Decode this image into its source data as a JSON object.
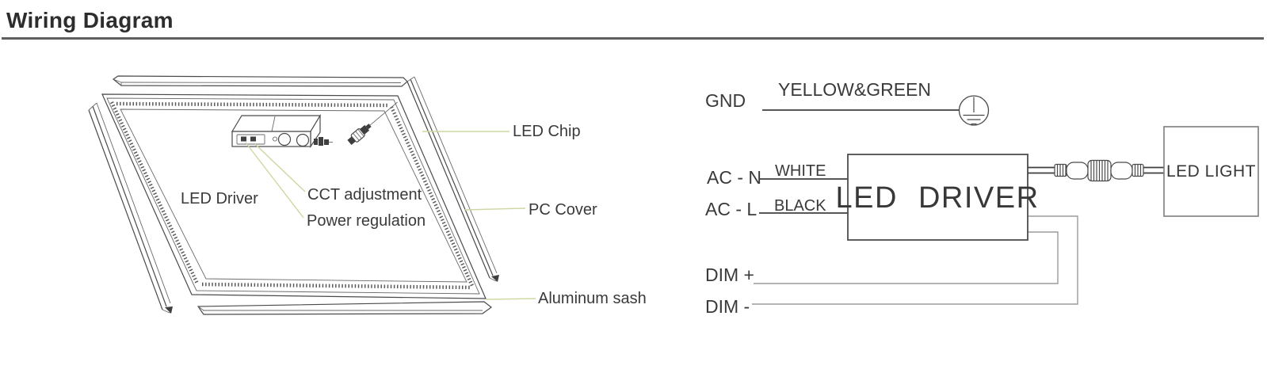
{
  "title": "Wiring Diagram",
  "panel": {
    "labels": {
      "led_driver": "LED Driver",
      "cct_adjustment": "CCT adjustment",
      "power_regulation": "Power regulation",
      "led_chip": "LED Chip",
      "pc_cover": "PC Cover",
      "aluminum_sash": "Aluminum sash"
    }
  },
  "schematic": {
    "gnd_label": "GND",
    "gnd_wire_label": "YELLOW&GREEN",
    "ac_n_label": "AC - N",
    "ac_n_wire_label": "WHITE",
    "ac_l_label": "AC - L",
    "ac_l_wire_label": "BLACK",
    "dim_plus_label": "DIM +",
    "dim_minus_label": "DIM -",
    "driver_box_label": "LED DRIVER",
    "light_box_label": "LED LIGHT"
  },
  "icons": {
    "earth_ground": "earth-ground-symbol",
    "inline_connector": "barrel-cable-connector",
    "panel_connector": "barrel-cable-connector",
    "driver_output_plug": "ribbed-plug"
  },
  "colors": {
    "callout_line": "#ccd8a2",
    "drawing_line": "#4a4a4a",
    "wire_dark": "#3f3f3f",
    "wire_gray": "#9b9b9b",
    "text": "#3a3a3a",
    "title_text": "#2d2d2d",
    "title_rule": "#5f5f5f",
    "background": "#ffffff"
  }
}
